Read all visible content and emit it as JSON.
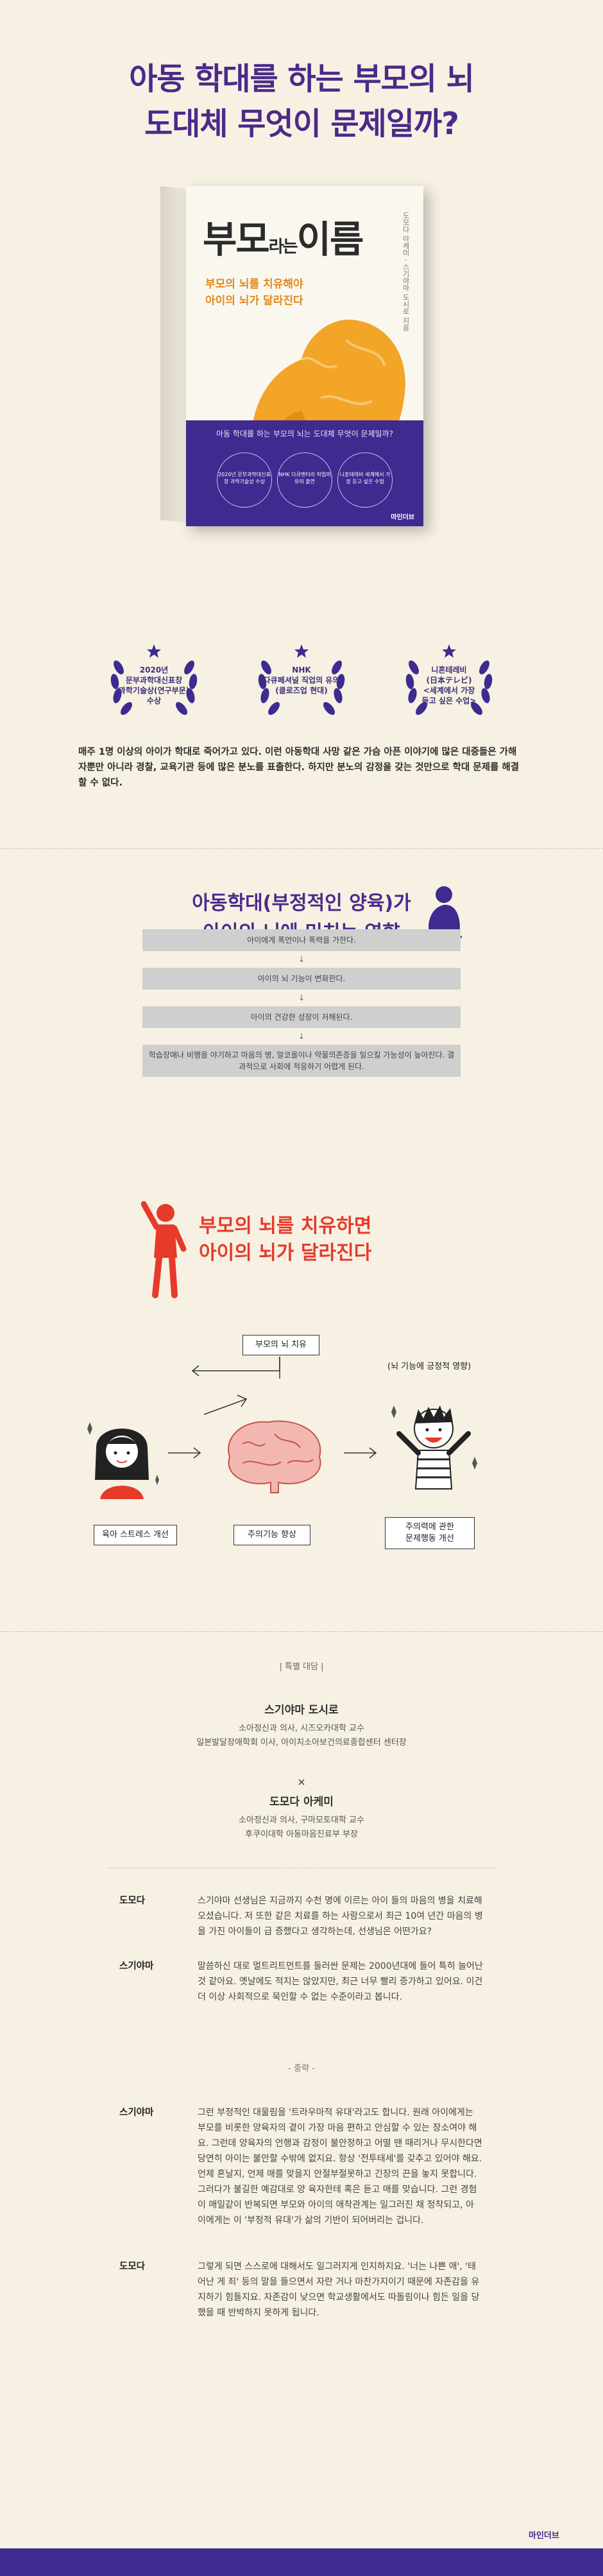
{
  "hero": {
    "title_line1": "아동 학대를 하는 부모의 뇌",
    "title_line2": "도대체 무엇이 문제일까?"
  },
  "book": {
    "title_main": "부모",
    "title_small": "라는",
    "title_end": "이름",
    "subtitle_line1": "부모의 뇌를 치유해야",
    "subtitle_line2": "아이의 뇌가 달라진다",
    "authors": "도모다 아케미 · 스기야마 도시로 지음",
    "band_text": "아동 학대를 하는 부모의 뇌는 도대체 무엇이 문제일까?",
    "band_badge1": "2020년 문부과학대신표창 과학기술상 수상",
    "band_badge2": "NHK 다큐멘터리 직업의 유의 출연",
    "band_badge3": "니혼테레비 세계에서 가장 듣고 싶은 수업",
    "publisher": "마인더브"
  },
  "awards": [
    {
      "line1": "2020년",
      "line2": "문부과학대신표창",
      "line3": "과학기술상(연구부문)",
      "line4": "수상"
    },
    {
      "line1": "NHK",
      "line2": "다큐페셔널 직업의 유의",
      "line3": "(클로즈업 현대)",
      "line4": ""
    },
    {
      "line1": "니혼테레비",
      "line2": "(日本テレビ)",
      "line3": "<세계에서 가장",
      "line4": "듣고 싶은 수업>"
    }
  ],
  "intro": "매주 1명 이상의 아이가 학대로 죽어가고 있다. 이런 아동학대 사망 같은 가슴 아픈 이야기에 많은 대중들은 가해자뿐만 아니라 경찰, 교육기관 등에 많은 분노를 표출한다. 하지만 분노의 감정을 갖는 것만으로 학대 문제를 해결할 수 없다.",
  "section2": {
    "title_line1": "아동학대(부정적인 양육)가",
    "title_line2": "아이의 뇌에 미치는 영향",
    "flow": [
      "아이에게 폭언이나 폭력을 가한다.",
      "아이의 뇌 기능이 변화한다.",
      "아이의 건강한 성장이 저해된다.",
      "학습장애나 비행을 야기하고 마음의 병, 알코올이나 약물의존증을 일으킬 가능성이 높아진다. 결과적으로 사회에 적응하기 어렵게 된다."
    ],
    "arrow": "↓"
  },
  "section3": {
    "title_line1": "부모의 뇌를 치유하면",
    "title_line2": "아이의 뇌가 달라진다",
    "heal_label": "부모의 뇌 치유",
    "effect_note": "(뇌 기능에 긍정적 영향)",
    "label_parent": "육아 스트레스 개선",
    "label_brain": "주의기능 향상",
    "label_child_line1": "주의력에 관한",
    "label_child_line2": "문제행동 개선"
  },
  "dialogue": {
    "special_label": "| 특별 대담 |",
    "person1": {
      "name": "스기야마 도시로",
      "role1": "소아정신과 의사, 시즈오카대학 교수",
      "role2": "일본발달장애학회 이사, 아이치소아보건의료종합센터 센터장"
    },
    "times": "×",
    "person2": {
      "name": "도모다 아케미",
      "role1": "소아정신과 의사, 구마모토대학 교수",
      "role2": "후쿠이대학 아동마음진료부 부장"
    },
    "part1": [
      {
        "speaker": "도모다",
        "text": "스기야마 선생님은 지금까지 수천 명에 이르는 아이 들의 마음의 병을 치료해오셨습니다. 저 또한 같은 치료를 하는 사람으로서 최근 10여 년간 마음의 병을 가진 아이들이 급 증했다고 생각하는데, 선생님은 어떤가요?"
      },
      {
        "speaker": "스기야마",
        "text": "말씀하신 대로 멀트리트먼트를 둘러싼 문제는 2000년대에 들어 특히 늘어난 것 같아요. 옛날에도 적지는 않았지만, 최근 너무 빨리 증가하고 있어요. 이건 더 이상 사회적으로 묵인할 수 없는 수준이라고 봅니다."
      }
    ],
    "middle_label": "- 중략 -",
    "part2": [
      {
        "speaker": "스기야마",
        "text": "그런 부정적인 대물림을 '트라우마적 유대'라고도 합니다. 원래 아이에게는 부모를 비롯한 양육자의 곁이 가장 마음 편하고 안심할 수 있는 장소여야 해요. 그런데 양육자의 언행과 감정이 불안정하고 어떨 땐 때리거나 무시한다면 당연히 아이는 불안할 수밖에 없지요. 항상 '전투태세'를 갖추고 있어야 해요. 언제 혼날지, 언제 매를 맞을지 안절부절못하고 긴장의 끈을 놓지 못합니다. 그러다가 불길한 예감대로 양 육자한테 혹은 듣고 매를 맞습니다. 그런 경험이 매일같이 반복되면 부모와 아이의 애착관계는 일그러진 채 정착되고, 아 이에게는 이 '부정적 유대'가 삶의 기반이 되어버리는 겁니다."
      },
      {
        "speaker": "도모다",
        "text": "그렇게 되면 스스로에 대해서도 일그러지게 인지하지요. '너는 나쁜 애', '태어난 게 죄' 등의 말을 들으면서 자란 거나 마찬가지이기 때문에 자존감을 유지하기 힘들지요. 자존감이 낮으면 학교생활에서도 따돌림이나 힘든 일을 당했을 때 반박하지 못하게 됩니다."
      }
    ]
  },
  "footer": {
    "publisher": "마인더브"
  },
  "colors": {
    "purple": "#4b2a8a",
    "red": "#e63a2a",
    "band": "#3f2a8f",
    "background": "#f7f1e3"
  }
}
